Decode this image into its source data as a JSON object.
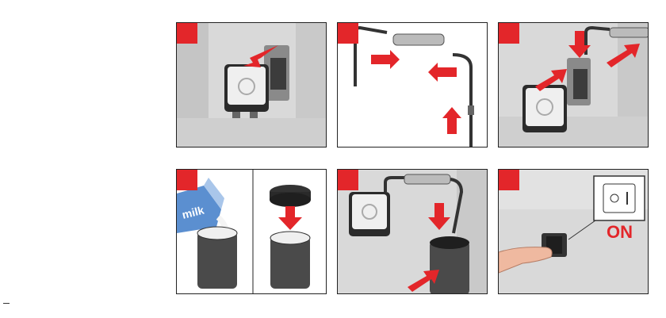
{
  "colors": {
    "accent": "#e3262a",
    "metal_dark": "#3c3c3c",
    "wall": "#d8d8d8",
    "frame": "#222222"
  },
  "steps": [
    {
      "id": "p1",
      "illustration": "disconnect-milk-system"
    },
    {
      "id": "p2",
      "illustration": "connect-tubes"
    },
    {
      "id": "p3",
      "illustration": "attach-milk-system"
    },
    {
      "id": "p4",
      "illustration": "fill-milk-container",
      "text": "milk"
    },
    {
      "id": "p5",
      "illustration": "insert-tube-into-container"
    },
    {
      "id": "p6",
      "illustration": "switch-on",
      "text": "ON"
    }
  ]
}
